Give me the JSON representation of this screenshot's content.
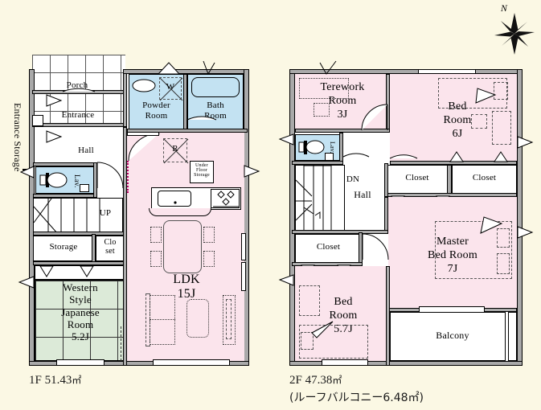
{
  "meta": {
    "compass_label": "N",
    "compass_name": "north-compass-rose"
  },
  "floor1": {
    "caption": "1F 51.43",
    "caption_unit": "㎡",
    "side_label": "Entrance Storage",
    "rooms": [
      {
        "key": "porch",
        "label": "Porch"
      },
      {
        "key": "entrance",
        "label": "Entrance"
      },
      {
        "key": "hall",
        "label": "Hall"
      },
      {
        "key": "lav",
        "label": "Lav."
      },
      {
        "key": "up",
        "label": "UP"
      },
      {
        "key": "storage",
        "label": "Storage"
      },
      {
        "key": "closet",
        "label": "Clo\nset"
      },
      {
        "key": "japanese_room",
        "label": "Western\nStyle\nJapanese\nRoom\n5.2J"
      },
      {
        "key": "powder_room",
        "label": "Powder\nRoom"
      },
      {
        "key": "bath_room",
        "label": "Bath\nRoom"
      },
      {
        "key": "ldk",
        "label": "LDK\n15J"
      },
      {
        "key": "under_floor_storage",
        "label": "Under\nFloor\nStorage"
      },
      {
        "key": "washer",
        "label": "W"
      },
      {
        "key": "refrigerator",
        "label": "R"
      }
    ]
  },
  "floor2": {
    "caption": "2F 47.38",
    "caption_unit": "㎡",
    "caption2": "(ルーフバルコニー6.48㎡)",
    "rooms": [
      {
        "key": "telework_room",
        "label": "Terework\nRoom\n3J"
      },
      {
        "key": "bed_room_6j",
        "label": "Bed\nRoom\n6J"
      },
      {
        "key": "closet_top_left",
        "label": "Closet"
      },
      {
        "key": "closet_top_right",
        "label": "Closet"
      },
      {
        "key": "master_bed_room",
        "label": "Master\nBed Room\n7J"
      },
      {
        "key": "closet_left",
        "label": "Closet"
      },
      {
        "key": "bed_room_57j",
        "label": "Bed\nRoom\n5.7J"
      },
      {
        "key": "balcony",
        "label": "Balcony"
      },
      {
        "key": "lav",
        "label": "Lav."
      },
      {
        "key": "hall",
        "label": "Hall"
      },
      {
        "key": "dn",
        "label": "DN"
      }
    ]
  },
  "colors": {
    "page_background": "#fbf8e4",
    "living_pink": "#fbe4ec",
    "water_blue": "#c3e2f2",
    "tatami_green": "#dcead8",
    "wall_gray": "#a9a9a9",
    "outline_black": "#000000"
  }
}
